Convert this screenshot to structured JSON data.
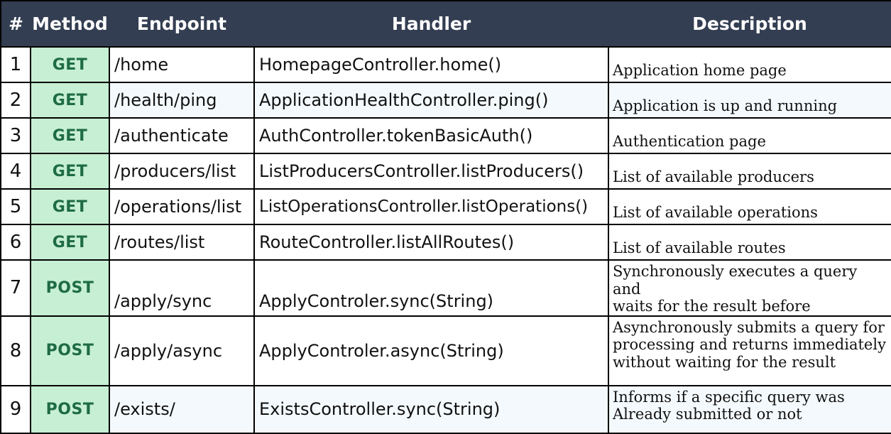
{
  "table": {
    "columns": [
      {
        "key": "num",
        "label": "#"
      },
      {
        "key": "method",
        "label": "Method"
      },
      {
        "key": "endpoint",
        "label": "Endpoint"
      },
      {
        "key": "handler",
        "label": "Handler"
      },
      {
        "key": "desc",
        "label": "Description"
      }
    ],
    "colors": {
      "header_bg": "#333e52",
      "header_text": "#ffffff",
      "method_badge_bg": "#c7efd3",
      "method_badge_text": "#1e6b45",
      "alt_row_bg": "#f4f9fd",
      "row_bg": "#ffffff",
      "border": "#000000",
      "text": "#111111"
    },
    "rows": [
      {
        "num": "1",
        "method": "GET",
        "endpoint": "/home",
        "handler": "HomepageController.home()",
        "desc_lines": [
          "Application home page"
        ]
      },
      {
        "num": "2",
        "method": "GET",
        "endpoint": "/health/ping",
        "handler": "ApplicationHealthController.ping()",
        "desc_lines": [
          "Application is up and running"
        ]
      },
      {
        "num": "3",
        "method": "GET",
        "endpoint": "/authenticate",
        "handler": "AuthController.tokenBasicAuth()",
        "desc_lines": [
          "Authentication page"
        ]
      },
      {
        "num": "4",
        "method": "GET",
        "endpoint": "/producers/list",
        "handler": "ListProducersController.listProducers()",
        "desc_lines": [
          "List of available producers"
        ]
      },
      {
        "num": "5",
        "method": "GET",
        "endpoint": "/operations/list",
        "handler": "ListOperationsController.listOperations()",
        "desc_lines": [
          "List of available operations"
        ]
      },
      {
        "num": "6",
        "method": "GET",
        "endpoint": "/routes/list",
        "handler": "RouteController.listAllRoutes()",
        "desc_lines": [
          "List of available routes"
        ]
      },
      {
        "num": "7",
        "method": "POST",
        "endpoint": "/apply/sync",
        "handler": "ApplyControler.sync(String)",
        "desc_lines": [
          "Synchronously executes a query and",
          "waits for the result before"
        ]
      },
      {
        "num": "8",
        "method": "POST",
        "endpoint": "/apply/async",
        "handler": "ApplyControler.async(String)",
        "desc_lines": [
          "Asynchronously submits a query for",
          "processing and returns immediately",
          "without waiting for the result"
        ]
      },
      {
        "num": "9",
        "method": "POST",
        "endpoint": "/exists/",
        "handler": "ExistsController.sync(String)",
        "desc_lines": [
          "Informs if a specific query was",
          "Already submitted or not"
        ]
      }
    ]
  }
}
